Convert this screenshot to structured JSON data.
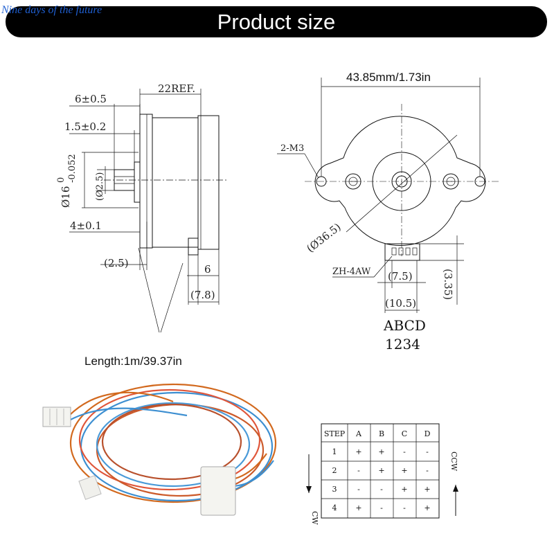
{
  "watermark": "Nine days of the future",
  "banner_title": "Product size",
  "side_view": {
    "labels": {
      "d6": "6±0.5",
      "d22": "22REF.",
      "d15": "1.5±0.2",
      "d16": "Ø16",
      "d16_tol_top": "0",
      "d16_tol_bottom": "-0.052",
      "d25shaft": "(Ø2.5)",
      "d4": "4±0.1",
      "d25": "(2.5)",
      "d6b": "6",
      "d78": "(7.8)"
    }
  },
  "front_view": {
    "width_label": "43.85mm/1.73in",
    "hole_label": "2-M3",
    "diameter_label": "(Ø36.5)",
    "connector_label": "ZH-4AW",
    "d75": "(7.5)",
    "d105": "(10.5)",
    "d335": "(3.35)",
    "pins_letters": "ABCD",
    "pins_numbers": "1234"
  },
  "cable": {
    "length_label": "Length:1m/39.37in"
  },
  "step_table": {
    "headers": [
      "STEP",
      "A",
      "B",
      "C",
      "D"
    ],
    "rows": [
      [
        "1",
        "+",
        "+",
        "-",
        "-"
      ],
      [
        "2",
        "-",
        "+",
        "+",
        "-"
      ],
      [
        "3",
        "-",
        "-",
        "+",
        "+"
      ],
      [
        "4",
        "+",
        "-",
        "-",
        "+"
      ]
    ],
    "cw_label": "CW",
    "ccw_label": "CCW"
  }
}
